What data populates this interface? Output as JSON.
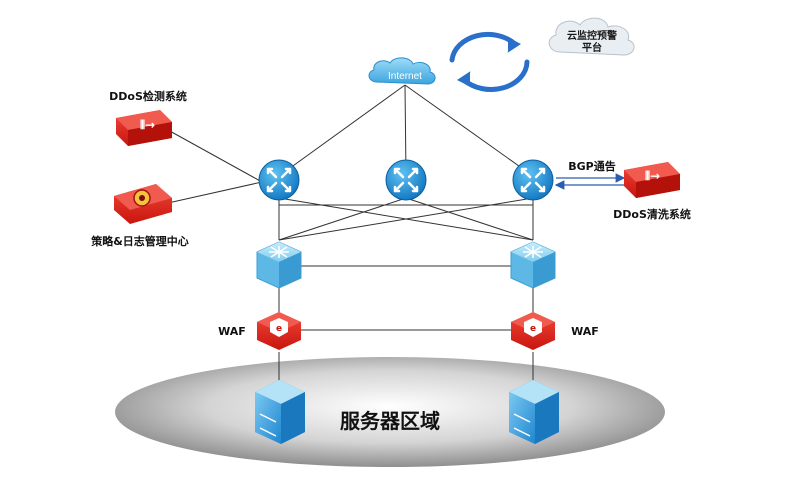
{
  "internet": {
    "label": "Internet"
  },
  "cloud_monitor": {
    "line1": "云监控预警",
    "line2": "平台"
  },
  "ddos_detect": {
    "label": "DDoS检测系统"
  },
  "policy_log": {
    "label": "策略&日志管理中心"
  },
  "ddos_clean": {
    "label": "DDoS清洗系统"
  },
  "bgp": {
    "label": "BGP通告"
  },
  "waf_left": {
    "label": "WAF"
  },
  "waf_right": {
    "label": "WAF"
  },
  "server_zone": {
    "label": "服务器区域"
  },
  "colors": {
    "router_blue": "#1e8fd6",
    "switch_blue": "#8fd3f2",
    "security_red": "#e2231a",
    "server_blue": "#3aa0dc",
    "zone_gray": "#8c8c8c",
    "link": "#333333",
    "bgp_link": "#2a5db0",
    "sync_arrow": "#2a6fc9"
  }
}
